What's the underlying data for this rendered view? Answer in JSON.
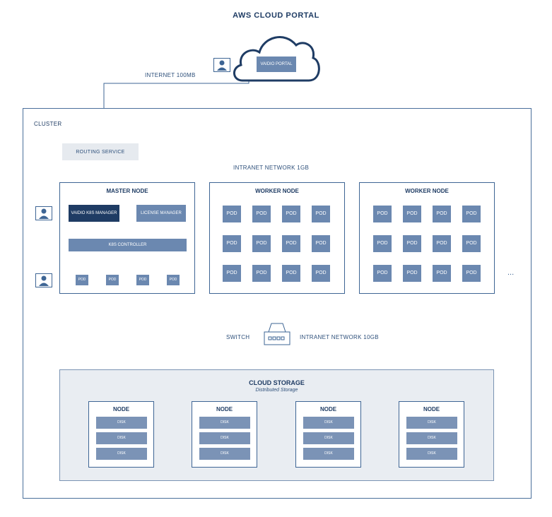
{
  "header": {
    "title": "AWS CLOUD PORTAL"
  },
  "cloud": {
    "portal_label": "VAIDIO PORTAL"
  },
  "links": {
    "internet": "INTERNET 100MB",
    "intranet_1gb": "INTRANET NETWORK 1GB",
    "intranet_10gb": "INTRANET NETWORK 10GB",
    "switch": "SWITCH"
  },
  "cluster": {
    "label": "CLUSTER",
    "routing": "ROUTING SERVICE",
    "ellipsis": "..."
  },
  "master": {
    "title": "MASTER NODE",
    "k8s_manager": "VAIDIO K8S MANAGER",
    "license_manager": "LICENSE MANAGER",
    "controller": "K8S CONTROLLER",
    "pods": [
      "POD",
      "POD",
      "POD",
      "POD"
    ]
  },
  "workers": [
    {
      "title": "WORKER NODE",
      "pods": [
        "POD",
        "POD",
        "POD",
        "POD",
        "POD",
        "POD",
        "POD",
        "POD",
        "POD",
        "POD",
        "POD",
        "POD"
      ]
    },
    {
      "title": "WORKER NODE",
      "pods": [
        "POD",
        "POD",
        "POD",
        "POD",
        "POD",
        "POD",
        "POD",
        "POD",
        "POD",
        "POD",
        "POD",
        "POD"
      ]
    }
  ],
  "storage": {
    "title": "CLOUD STORAGE",
    "subtitle": "Distributed Storage",
    "nodes": [
      {
        "title": "NODE",
        "disks": [
          "DISK",
          "DISK",
          "DISK"
        ]
      },
      {
        "title": "NODE",
        "disks": [
          "DISK",
          "DISK",
          "DISK"
        ]
      },
      {
        "title": "NODE",
        "disks": [
          "DISK",
          "DISK",
          "DISK"
        ]
      },
      {
        "title": "NODE",
        "disks": [
          "DISK",
          "DISK",
          "DISK"
        ]
      }
    ]
  },
  "colors": {
    "primary": "#3e6594",
    "cell": "#6b88b0",
    "dark": "#1f3c64",
    "storage_bg": "#e9edf2"
  }
}
